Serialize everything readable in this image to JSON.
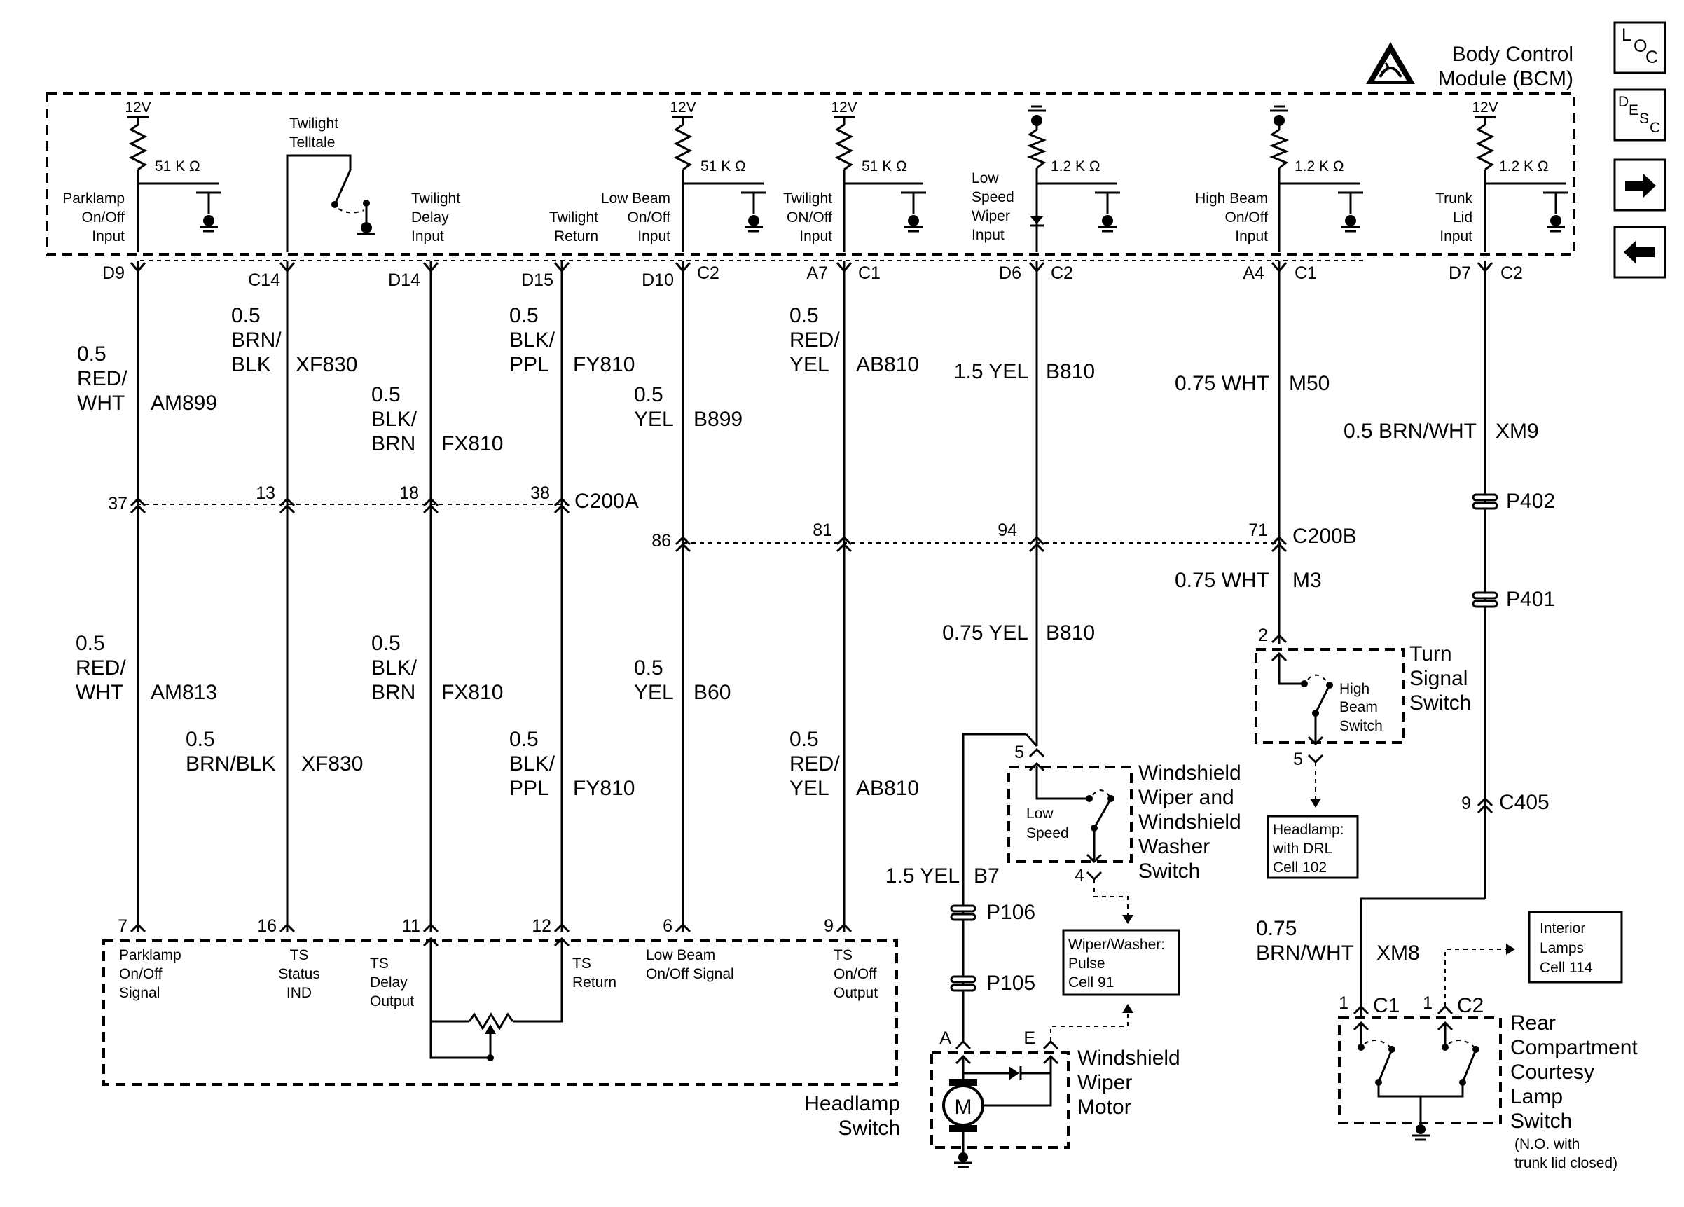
{
  "module": {
    "title_line1": "Body Control",
    "title_line2": "Module (BCM)"
  },
  "nav": {
    "loc_L": "L",
    "loc_O": "O",
    "loc_C": "C",
    "desc_D": "D",
    "desc_E": "E",
    "desc_S": "S",
    "desc_C": "C",
    "next_icon": "arrow-right-icon",
    "prev_icon": "arrow-left-icon"
  },
  "bcm": {
    "v12": "12V",
    "r51": "51 K Ω",
    "r12": "1.2 K Ω",
    "parklamp": [
      "Parklamp",
      "On/Off",
      "Input"
    ],
    "twilight_telltale": [
      "Twilight",
      "Telltale"
    ],
    "twilight_delay": [
      "Twilight",
      "Delay",
      "Input"
    ],
    "twilight_return": [
      "Twilight",
      "Return"
    ],
    "low_beam": [
      "Low Beam",
      "On/Off",
      "Input"
    ],
    "twilight_onoff": [
      "Twilight",
      "ON/Off",
      "Input"
    ],
    "low_speed_wiper": [
      "Low",
      "Speed",
      "Wiper",
      "Input"
    ],
    "high_beam": [
      "High Beam",
      "On/Off",
      "Input"
    ],
    "trunk_lid": [
      "Trunk",
      "Lid",
      "Input"
    ]
  },
  "pins": {
    "d9": "D9",
    "c14": "C14",
    "d14": "D14",
    "d15": "D15",
    "d10": "D10",
    "c2a": "C2",
    "a7": "A7",
    "c1a": "C1",
    "d6": "D6",
    "c2b": "C2",
    "a4": "A4",
    "c1b": "C1",
    "d7": "D7",
    "c2c": "C2"
  },
  "wires_upper": {
    "w1": [
      "0.5",
      "RED/",
      "WHT",
      "AM899"
    ],
    "w2": [
      "0.5",
      "BRN/",
      "BLK",
      "XF830"
    ],
    "w3": [
      "0.5",
      "BLK/",
      "BRN",
      "FX810"
    ],
    "w4": [
      "0.5",
      "BLK/",
      "PPL",
      "FY810"
    ],
    "w5": [
      "0.5",
      "YEL",
      "B899"
    ],
    "w6": [
      "0.5",
      "RED/",
      "YEL",
      "AB810"
    ],
    "w7": [
      "1.5 YEL",
      "B810"
    ],
    "w8": [
      "0.75  WHT",
      "M50"
    ],
    "w9": [
      "0.5  BRN/WHT",
      "XM9"
    ]
  },
  "connectors": {
    "c200a": {
      "name": "C200A",
      "pins": [
        "37",
        "13",
        "18",
        "38"
      ]
    },
    "c200b": {
      "name": "C200B",
      "pins": [
        "86",
        "81",
        "94",
        "71"
      ]
    },
    "p402": "P402",
    "p401": "P401",
    "c405": "C405",
    "c405_pin": "9",
    "p106": "P106",
    "p105": "P105"
  },
  "wires_lower": {
    "w1": [
      "0.5",
      "RED/",
      "WHT",
      "AM813"
    ],
    "w2": [
      "0.5",
      "BRN/BLK",
      "XF830"
    ],
    "w3": [
      "0.5",
      "BLK/",
      "BRN",
      "FX810"
    ],
    "w4": [
      "0.5",
      "BLK/",
      "PPL",
      "FY810"
    ],
    "w5": [
      "0.5",
      "YEL",
      "B60"
    ],
    "w6": [
      "0.5",
      "RED/",
      "YEL",
      "AB810"
    ],
    "w7": [
      "0.75 YEL",
      "B810"
    ],
    "w8": [
      "0.75  WHT",
      "M3"
    ],
    "w10": [
      "1.5 YEL",
      "B7"
    ],
    "w11": [
      "0.75",
      "BRN/WHT",
      "XM8"
    ]
  },
  "headlamp_switch": {
    "title": [
      "Headlamp",
      "Switch"
    ],
    "pins": [
      "7",
      "16",
      "11",
      "12",
      "6",
      "9"
    ],
    "labels": {
      "parklamp": [
        "Parklamp",
        "On/Off",
        "Signal"
      ],
      "ts_status": [
        "TS",
        "Status",
        "IND"
      ],
      "ts_delay": [
        "TS",
        "Delay",
        "Output"
      ],
      "ts_return": [
        "TS",
        "Return"
      ],
      "low_beam": [
        "Low Beam",
        "On/Off Signal"
      ],
      "ts_onoff": [
        "TS",
        "On/Off",
        "Output"
      ]
    }
  },
  "turn_signal": {
    "title": [
      "Turn",
      "Signal",
      "Switch"
    ],
    "inner": [
      "High",
      "Beam",
      "Switch"
    ],
    "pin_in": "2",
    "pin_out": "5"
  },
  "headlamp_ref": [
    "Headlamp:",
    "with DRL",
    "Cell 102"
  ],
  "wiper_switch": {
    "title": [
      "Windshield",
      "Wiper and",
      "Windshield",
      "Washer",
      "Switch"
    ],
    "inner": [
      "Low",
      "Speed"
    ],
    "pin_in": "5",
    "pin_out": "4"
  },
  "washer_ref": [
    "Wiper/Washer:",
    "Pulse",
    "Cell 91"
  ],
  "wiper_motor": {
    "title": [
      "Windshield",
      "Wiper",
      "Motor"
    ],
    "pin_a": "A",
    "pin_e": "E",
    "m": "M"
  },
  "rear_switch": {
    "title": [
      "Rear",
      "Compartment",
      "Courtesy",
      "Lamp",
      "Switch"
    ],
    "note": [
      "(N.O. with",
      "trunk lid closed)"
    ],
    "c1_pin": "1",
    "c1": "C1",
    "c2_pin": "1",
    "c2": "C2"
  },
  "interior_ref": [
    "Interior",
    "Lamps",
    "Cell 114"
  ]
}
